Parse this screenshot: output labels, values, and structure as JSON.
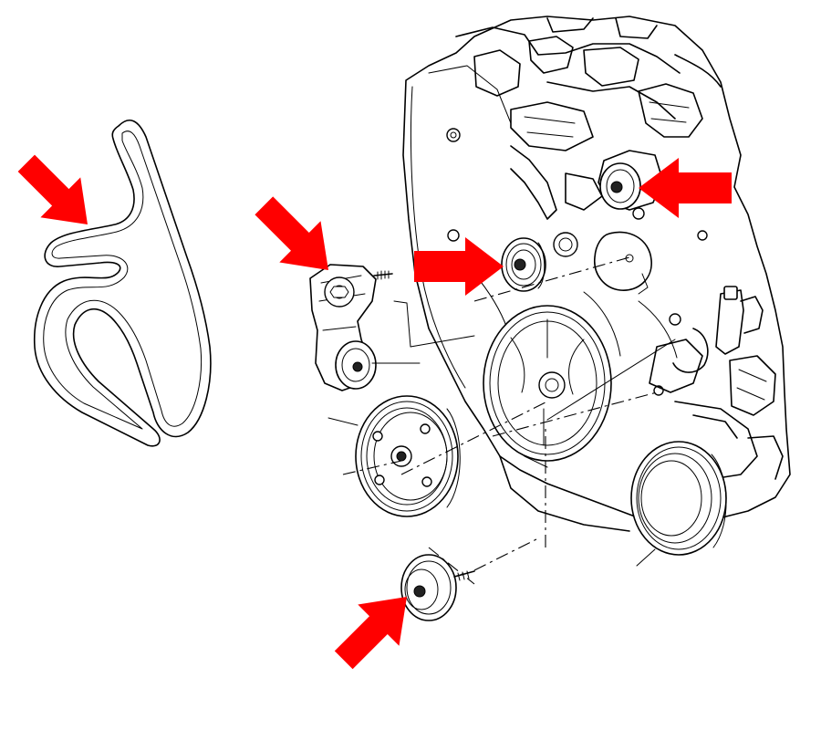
{
  "diagram": {
    "labels": [],
    "accent_color": "#ff0000",
    "line_color": "#000000",
    "background": "#ffffff",
    "callout_arrows": [
      {
        "name": "arrow-serpentine-belt",
        "target": "serpentine-belt"
      },
      {
        "name": "arrow-belt-tensioner",
        "target": "belt-tensioner"
      },
      {
        "name": "arrow-idler-pulley-upper",
        "target": "idler-pulley-upper"
      },
      {
        "name": "arrow-idler-pulley-top-right",
        "target": "idler-pulley-top-right"
      },
      {
        "name": "arrow-idler-pulley-lower",
        "target": "idler-pulley-lower"
      }
    ],
    "parts": [
      "serpentine-belt",
      "belt-tensioner",
      "idler-pulley-upper",
      "idler-pulley-top-right",
      "idler-pulley-lower",
      "crankshaft-pulley",
      "power-steering-pulley",
      "ac-compressor-pulley",
      "engine-block"
    ]
  }
}
